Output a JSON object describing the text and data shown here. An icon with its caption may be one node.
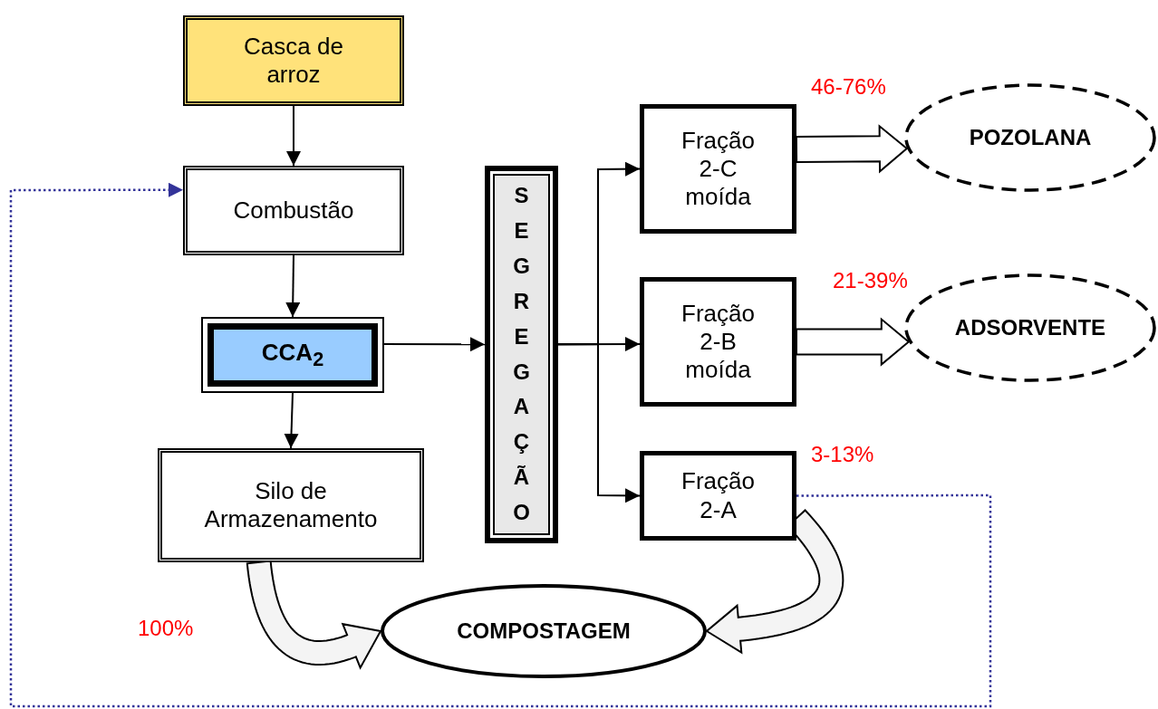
{
  "diagram": {
    "nodes": [
      {
        "text": [
          "Casca de arroz"
        ]
      },
      {
        "text": [
          "Combustão"
        ]
      },
      {
        "text": [
          "CCA$_{2}$"
        ]
      },
      {
        "text": [
          "Silo de Armazenamento"
        ]
      },
      {
        "text": [
          "SEGREGAÇÃO"
        ]
      },
      {
        "text": [
          "Fração 2-C moída"
        ]
      },
      {
        "text": [
          "Fração 2-B moída"
        ]
      },
      {
        "text": [
          "Fração 2-A"
        ]
      },
      {
        "text": [
          "POZOLANA"
        ]
      },
      {
        "text": [
          "ADSORVENTE"
        ]
      },
      {
        "text": [
          "COMPOSTAGEM"
        ]
      }
    ],
    "edges": [
      {
        "from": 0,
        "to": 1,
        "arrow": "to"
      },
      {
        "from": 1,
        "to": 2,
        "arrow": "to"
      },
      {
        "from": 2,
        "to": 3,
        "arrow": "to"
      },
      {
        "from": 2,
        "to": 4,
        "arrow": "to"
      },
      {
        "from": 4,
        "to": 5,
        "arrow": "to"
      },
      {
        "from": 4,
        "to": 6,
        "arrow": "to"
      },
      {
        "from": 4,
        "to": 7,
        "arrow": "to"
      },
      {
        "from": 5,
        "to": 8,
        "arrow": "to",
        "style": "thick",
        "label": "46-76%"
      },
      {
        "from": 6,
        "to": 9,
        "arrow": "to",
        "style": "thick",
        "label": "21-39%"
      },
      {
        "from": 3,
        "to": 10,
        "arrow": "to",
        "style": "thick"
      },
      {
        "from": 7,
        "to": 10,
        "arrow": "to",
        "style": "thick"
      },
      {
        "from": 7,
        "to": 1,
        "arrow": "to",
        "style": "dashed",
        "color": "#333399"
      }
    ],
    "labels": [
      "3-13%",
      "100%"
    ]
  }
}
